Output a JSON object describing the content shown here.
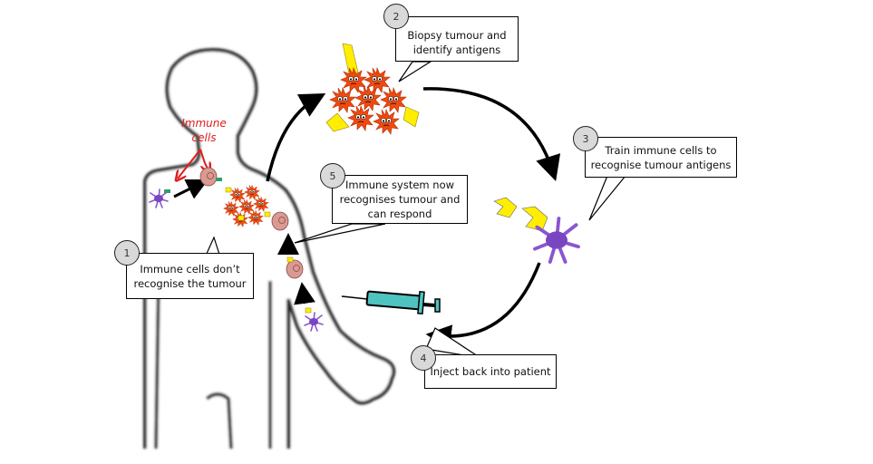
{
  "diagram": {
    "title": "Cancer immunotherapy cycle",
    "immune_label": "Immune cells",
    "immune_label_lines": [
      "Immune",
      "cells"
    ],
    "steps": [
      {
        "number": "1",
        "text": "Immune cells don’t recognise the tumour"
      },
      {
        "number": "2",
        "text": "Biopsy tumour and identify antigens"
      },
      {
        "number": "3",
        "text": "Train immune cells to recognise tumour antigens"
      },
      {
        "number": "4",
        "text": "Inject back into patient"
      },
      {
        "number": "5",
        "text": "Immune system now recognises tumour and can respond"
      }
    ],
    "colors": {
      "label_red": "#e21b1b",
      "tumour_orange": "#f04a10",
      "antigen_yellow": "#ffee00",
      "dendritic_purple": "#8a55d0",
      "tcell_pink": "#d99a94",
      "syringe_teal": "#4fc3c0",
      "circle_grey": "#d9d9d9"
    }
  }
}
